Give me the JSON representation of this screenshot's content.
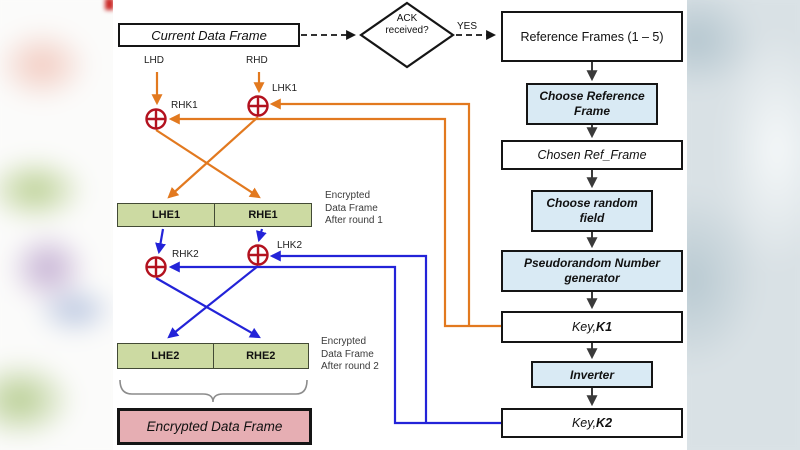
{
  "diagram": {
    "title_hint": "Two-round XOR encryption flow diagram",
    "current_data_frame": "Current Data Frame",
    "decision": {
      "line1": "ACK",
      "line2": "received?",
      "yes_label": "YES"
    },
    "right_column": {
      "reference_frames": "Reference Frames (1 – 5)",
      "choose_reference_frame": "Choose Reference Frame",
      "chosen_ref_frame": "Chosen Ref_Frame",
      "choose_random_field": "Choose random field",
      "prng": "Pseudorandom Number generator",
      "key1_prefix": "Key, ",
      "key1_name": "K1",
      "inverter": "Inverter",
      "key2_prefix": "Key, ",
      "key2_name": "K2"
    },
    "signals": {
      "lhd": "LHD",
      "rhd": "RHD",
      "rhk1": "RHK1",
      "lhk1": "LHK1",
      "rhk2": "RHK2",
      "lhk2": "LHK2"
    },
    "round1": {
      "left": "LHE1",
      "right": "RHE1",
      "note": [
        "Encrypted",
        "Data Frame",
        "After round 1"
      ]
    },
    "round2": {
      "left": "LHE2",
      "right": "RHE2",
      "note": [
        "Encrypted",
        "Data Frame",
        "After round 2"
      ]
    },
    "final_frame": "Encrypted Data Frame",
    "colors": {
      "round1_wire_orange": "#e2791f",
      "round2_wire_blue": "#2323d8",
      "xor_red": "#b3121f",
      "process_box_blue": "#d9eaf4",
      "data_half_green": "#ccdaa2",
      "final_frame_pink": "#e6aeb3",
      "connector_dark": "#3a3a3a"
    }
  }
}
